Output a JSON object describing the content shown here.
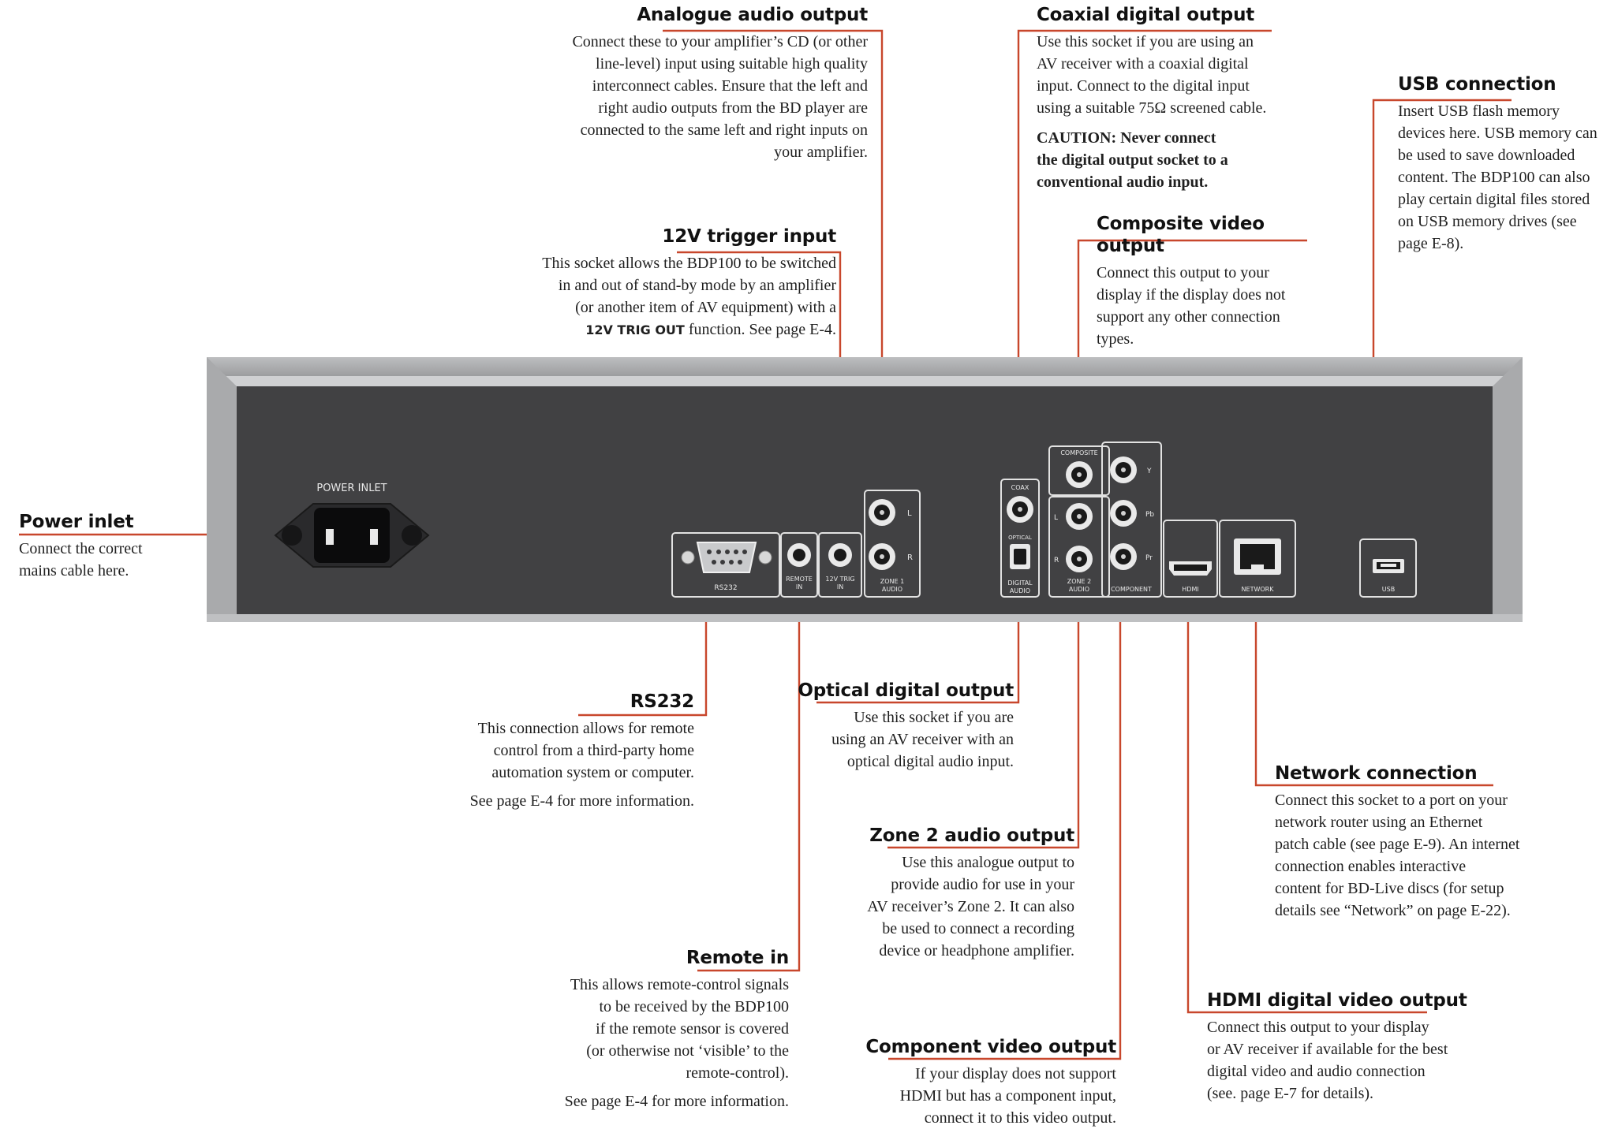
{
  "panel": {
    "power_inlet_label": "POWER INLET",
    "rs232": "RS232",
    "remote_in": [
      "REMOTE",
      "IN"
    ],
    "trig_in": [
      "12V TRIG",
      "IN"
    ],
    "zone1": [
      "ZONE 1",
      "AUDIO"
    ],
    "lr_left": "L",
    "lr_right": "R",
    "coax": "COAX",
    "optical": "OPTICAL",
    "digital_audio": [
      "DIGITAL",
      "AUDIO"
    ],
    "composite": "COMPOSITE",
    "zone2": [
      "ZONE 2",
      "AUDIO"
    ],
    "comp_y": "Y",
    "comp_pb": "Pb",
    "comp_pr": "Pr",
    "component": "COMPONENT",
    "hdmi": "HDMI",
    "network": "NETWORK",
    "usb": "USB"
  },
  "callouts": {
    "analogue": {
      "title": "Analogue audio output",
      "lines": [
        "Connect these to your amplifier’s CD (or other",
        "line-level) input using suitable high quality",
        "interconnect cables. Ensure that the left and",
        "right audio outputs from the BD player are",
        "connected to the same left and right inputs on",
        "your amplifier."
      ]
    },
    "coaxial": {
      "title": "Coaxial digital output",
      "lines": [
        "Use this socket if you are using an",
        "AV receiver with a coaxial digital",
        "input. Connect to the digital input",
        "using a suitable 75Ω screened cable."
      ],
      "caution": [
        "CAUTION: Never connect",
        "the digital output socket to a",
        "conventional audio input."
      ]
    },
    "usb": {
      "title": "USB connection",
      "lines": [
        "Insert USB flash memory",
        "devices here. USB memory can",
        "be used to save downloaded",
        "content. The BDP100 can also",
        "play certain digital files stored",
        "on USB memory drives (see",
        "page E-8)."
      ]
    },
    "trigger": {
      "title": "12V trigger input",
      "lines": [
        "This socket allows the BDP100 to be switched",
        "in and  out of stand-by mode by an amplifier",
        "(or another item of AV equipment) with a"
      ],
      "keyword": "12V TRIG OUT",
      "tail": " function. See page E-4."
    },
    "composite": {
      "title": "Composite video output",
      "lines": [
        "Connect this output to your",
        "display if the display does not",
        "support any other connection",
        "types."
      ]
    },
    "power": {
      "title": "Power inlet",
      "lines": [
        "Connect the correct",
        "mains cable here."
      ]
    },
    "rs232": {
      "title": "RS232",
      "lines": [
        "This connection allows for remote",
        "control from a third-party home",
        "automation system or computer."
      ],
      "note": "See page E-4 for more information."
    },
    "optical": {
      "title": "Optical digital output",
      "lines": [
        "Use this socket if you are",
        "using an AV receiver with an",
        "optical digital audio input."
      ]
    },
    "network": {
      "title": "Network connection",
      "lines": [
        "Connect this socket to a port on your",
        "network router using an Ethernet",
        "patch cable (see page E-9). An internet",
        "connection enables interactive",
        "content for BD-Live discs (for setup",
        "details see  “Network” on page E-22)."
      ]
    },
    "zone2": {
      "title": "Zone 2 audio output",
      "lines": [
        "Use this analogue output to",
        "provide audio for use in your",
        "AV receiver’s  Zone 2. It can also",
        "be used to connect a recording",
        "device or headphone amplifier."
      ]
    },
    "remote": {
      "title": "Remote in",
      "lines": [
        "This allows remote-control signals",
        "to be received by the BDP100",
        "if the remote sensor is covered",
        "(or otherwise not ‘visible’ to the",
        "remote-control)."
      ],
      "note": "See page E-4 for more information."
    },
    "hdmi": {
      "title": "HDMI digital video output",
      "lines": [
        "Connect this output to your display",
        "or AV receiver if available for the best",
        "digital video and audio connection",
        "(see. page E-7 for details)."
      ]
    },
    "component": {
      "title": "Component video output",
      "lines": [
        "If your display does not support",
        "HDMI but has a component input,",
        "connect it to this video output."
      ]
    }
  },
  "colors": {
    "leader": "#c8472c",
    "panel": "#414143",
    "frame": "#a8a9ab",
    "socket_box": "#e2e2e2"
  }
}
